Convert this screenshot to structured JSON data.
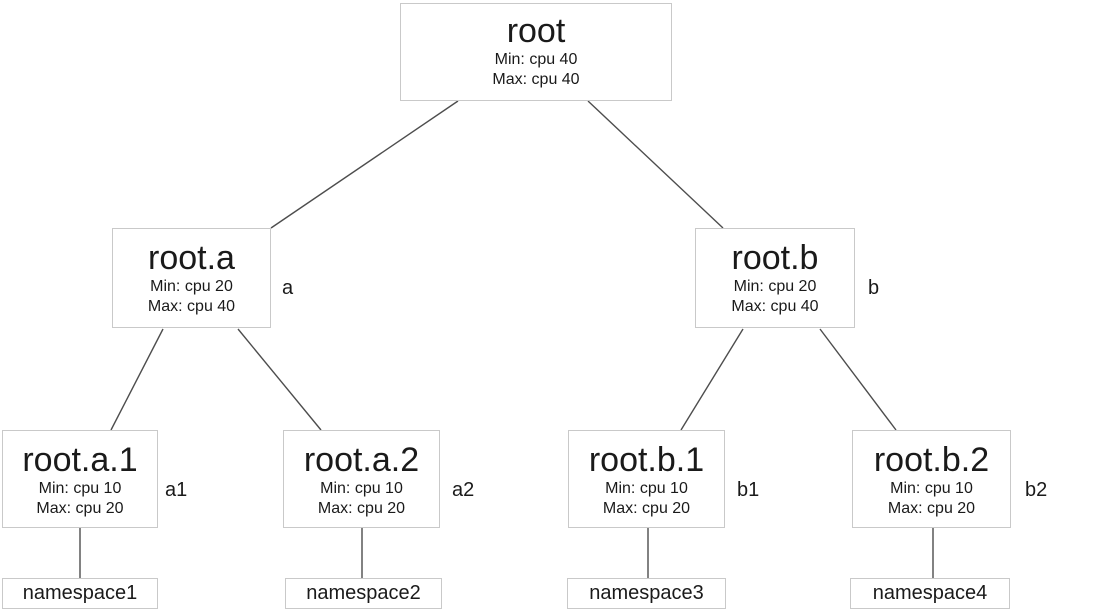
{
  "colors": {
    "background": "#ffffff",
    "box_fill": "#ffffff",
    "box_border": "#c9c9c9",
    "edge_line": "#4d4d4d",
    "text": "#1a1a1a"
  },
  "nodes": {
    "root": {
      "title": "root",
      "min": "Min: cpu 40",
      "max": "Max: cpu 40"
    },
    "root_a": {
      "title": "root.a",
      "min": "Min: cpu 20",
      "max": "Max: cpu 40",
      "edge_label": "a"
    },
    "root_b": {
      "title": "root.b",
      "min": "Min: cpu 20",
      "max": "Max: cpu 40",
      "edge_label": "b"
    },
    "root_a_1": {
      "title": "root.a.1",
      "min": "Min: cpu 10",
      "max": "Max: cpu 20",
      "edge_label": "a1"
    },
    "root_a_2": {
      "title": "root.a.2",
      "min": "Min: cpu 10",
      "max": "Max: cpu 20",
      "edge_label": "a2"
    },
    "root_b_1": {
      "title": "root.b.1",
      "min": "Min: cpu 10",
      "max": "Max: cpu 20",
      "edge_label": "b1"
    },
    "root_b_2": {
      "title": "root.b.2",
      "min": "Min: cpu 10",
      "max": "Max: cpu 20",
      "edge_label": "b2"
    },
    "namespace1": {
      "title": "namespace1"
    },
    "namespace2": {
      "title": "namespace2"
    },
    "namespace3": {
      "title": "namespace3"
    },
    "namespace4": {
      "title": "namespace4"
    }
  },
  "edges": [
    {
      "from": "root",
      "to": "root.a",
      "label": "a"
    },
    {
      "from": "root",
      "to": "root.b",
      "label": "b"
    },
    {
      "from": "root.a",
      "to": "root.a.1",
      "label": "a1"
    },
    {
      "from": "root.a",
      "to": "root.a.2",
      "label": "a2"
    },
    {
      "from": "root.b",
      "to": "root.b.1",
      "label": "b1"
    },
    {
      "from": "root.b",
      "to": "root.b.2",
      "label": "b2"
    },
    {
      "from": "root.a.1",
      "to": "namespace1",
      "label": ""
    },
    {
      "from": "root.a.2",
      "to": "namespace2",
      "label": ""
    },
    {
      "from": "root.b.1",
      "to": "namespace3",
      "label": ""
    },
    {
      "from": "root.b.2",
      "to": "namespace4",
      "label": ""
    }
  ]
}
